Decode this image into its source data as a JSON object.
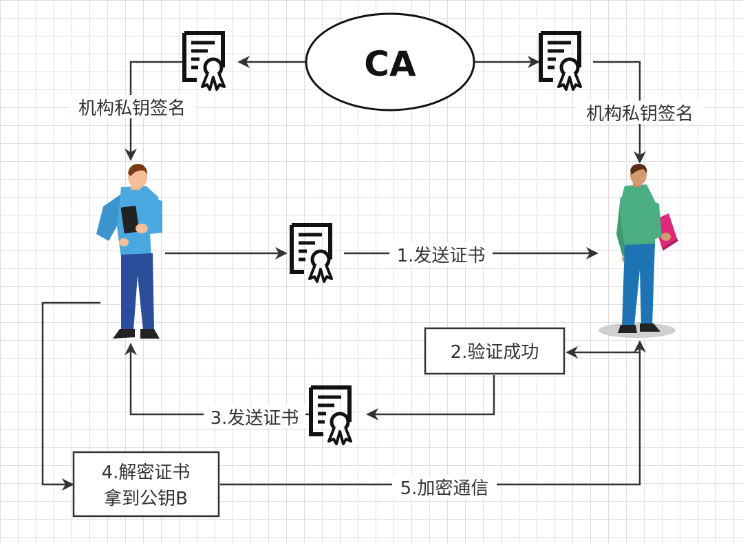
{
  "ca": {
    "label": "CA"
  },
  "left_sign_label": "机构私钥签名",
  "right_sign_label": "机构私钥签名",
  "steps": {
    "step1": "1.发送证书",
    "step2": "2.验证成功",
    "step3": "3.发送证书",
    "step4_line1": "4.解密证书",
    "step4_line2": "拿到公钥B",
    "step5": "5.加密通信"
  },
  "icons": {
    "certificate": "certificate-icon",
    "person_left": "person-with-tablet",
    "person_right": "person-with-book"
  },
  "colors": {
    "line": "#333333",
    "left_shirt": "#4aa8e0",
    "left_pants": "#2b4d9a",
    "right_shirt": "#4cae83",
    "right_pants": "#1e73b2",
    "book": "#e0287a"
  }
}
